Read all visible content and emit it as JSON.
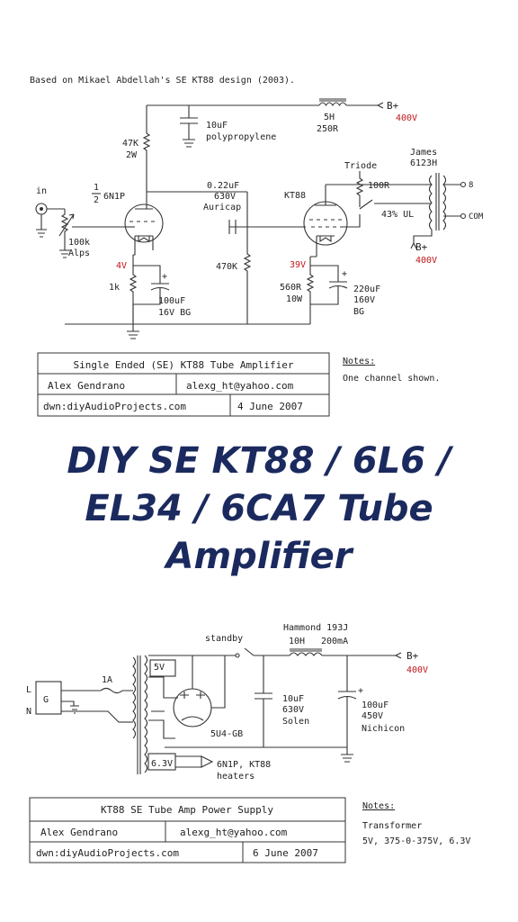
{
  "colors": {
    "headline": "#1b2a5e",
    "voltage_labels": "#c0161c"
  },
  "amp": {
    "credit": "Based on Mikael Abdellah's SE KT88 design (2003).",
    "cap_10uf": "10uF",
    "cap_10uf_type": "polypropylene",
    "choke": "5H",
    "choke_r": "250R",
    "bplus": "B+",
    "bplus_v": "400V",
    "r_47k": "47K",
    "r_47k_w": "2W",
    "input": "in",
    "tube1_frac_n": "1",
    "tube1_frac_d": "2",
    "tube1": "6N1P",
    "pot": "100k",
    "pot_brand": "Alps",
    "cap_coupling": "0.22uF",
    "cap_coupling_v": "630V",
    "cap_coupling_brand": "Auricap",
    "tube2": "KT88",
    "triode": "Triode",
    "r_100r": "100R",
    "ul": "43% UL",
    "xfmr": "James",
    "xfmr_model": "6123H",
    "out_8": "8",
    "out_com": "COM",
    "bplus2": "B+",
    "bplus2_v": "400V",
    "v_4v": "4V",
    "r_1k": "1k",
    "cap_100uf": "100uF",
    "cap_100uf_spec": "16V BG",
    "r_470k": "470K",
    "v_39v": "39V",
    "r_560r": "560R",
    "r_560r_w": "10W",
    "cap_220uf": "220uF",
    "cap_220uf_v": "160V",
    "cap_220uf_brand": "BG",
    "title_block": {
      "title": "Single Ended (SE) KT88 Tube Amplifier",
      "author": "Alex Gendrano",
      "email": "alexg_ht@yahoo.com",
      "drawn": "dwn:diyAudioProjects.com",
      "date": "4 June 2007"
    },
    "notes_heading": "Notes:",
    "notes_text": "One channel shown."
  },
  "headline": {
    "line1": "DIY SE KT88 / 6L6 /",
    "line2": "EL34 / 6CA7 Tube",
    "line3": "Amplifier"
  },
  "psu": {
    "choke": "Hammond 193J",
    "choke_l": "10H",
    "choke_i": "200mA",
    "standby": "standby",
    "bplus": "B+",
    "bplus_v": "400V",
    "l": "L",
    "g": "G",
    "n": "N",
    "fuse": "1A",
    "tap_5v": "5V",
    "rect": "5U4-GB",
    "cap1": "10uF",
    "cap1_v": "630V",
    "cap1_brand": "Solen",
    "cap2": "100uF",
    "cap2_v": "450V",
    "cap2_brand": "Nichicon",
    "tap_63v": "6.3V",
    "heater_tubes": "6N1P, KT88",
    "heater_label": "heaters",
    "title_block": {
      "title": "KT88 SE Tube Amp Power Supply",
      "author": "Alex Gendrano",
      "email": "alexg_ht@yahoo.com",
      "drawn": "dwn:diyAudioProjects.com",
      "date": "6 June 2007"
    },
    "notes_heading": "Notes:",
    "notes_line1": "Transformer",
    "notes_line2": "5V, 375-0-375V, 6.3V"
  }
}
